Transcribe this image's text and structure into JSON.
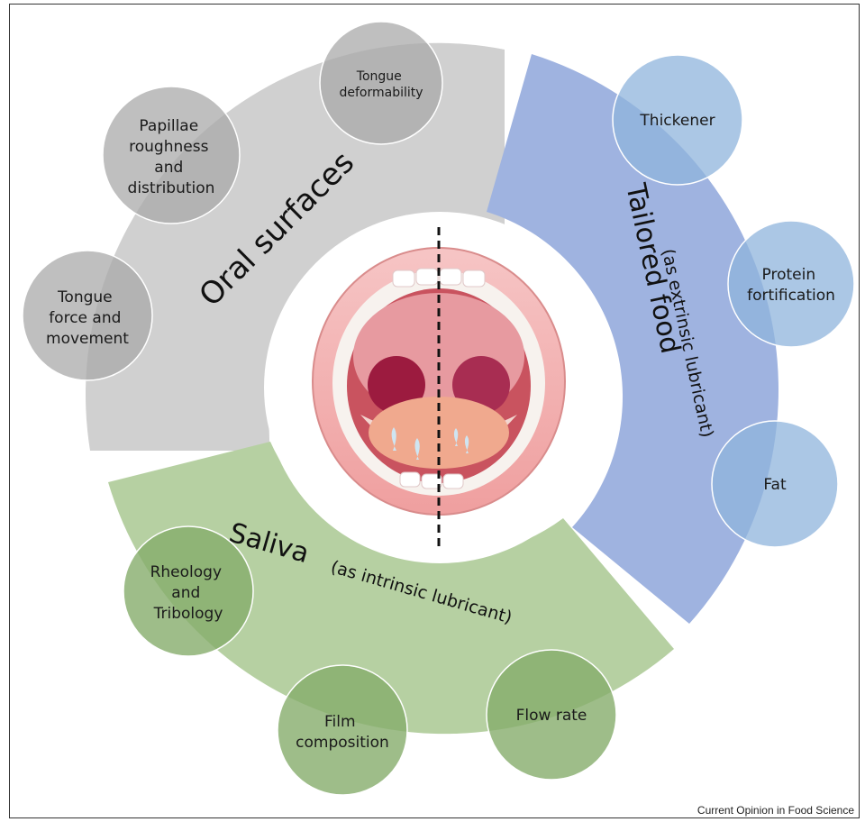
{
  "sectors": {
    "oral_surfaces": {
      "title": "Oral surfaces",
      "color": "#d0d0d0",
      "bubble_color": "#a9a9a9",
      "bubbles": [
        "Tongue deformability",
        "Papillae roughness and distribution",
        "Tongue force and movement"
      ]
    },
    "tailored_food": {
      "title_main": "Tailored food",
      "title_sub": "(as extrinsic lubricant)",
      "color": "#9fb3e0",
      "bubble_color": "#8fb4dc",
      "bubbles": [
        "Thickener",
        "Protein fortification",
        "Fat"
      ]
    },
    "saliva": {
      "title_main": "Saliva",
      "title_sub": "(as intrinsic lubricant)",
      "color": "#b6d0a2",
      "bubble_color": "#86ad6c",
      "bubbles": [
        "Rheology and Tribology",
        "Film composition",
        "Flow rate"
      ]
    }
  },
  "credit": "Current Opinion in Food Science"
}
